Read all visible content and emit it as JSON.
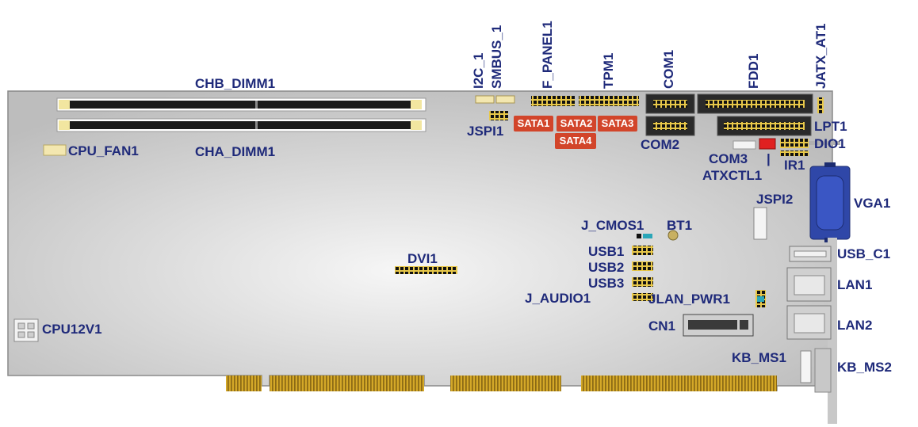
{
  "labels": {
    "chb_dimm": "CHB_DIMM1",
    "cha_dimm": "CHA_DIMM1",
    "cpu_fan": "CPU_FAN1",
    "cpu12v": "CPU12V1",
    "i2c": "I2C_1",
    "smbus": "SMBUS_1",
    "f_panel": "F_PANEL1",
    "tpm": "TPM1",
    "com1": "COM1",
    "fdd": "FDD1",
    "jatx": "JATX_AT1",
    "jspi1": "JSPI1",
    "sata1": "SATA1",
    "sata2": "SATA2",
    "sata3": "SATA3",
    "sata4": "SATA4",
    "com2": "COM2",
    "lpt": "LPT1",
    "dio": "DIO1",
    "com3": "COM3",
    "atxctl": "ATXCTL1",
    "ir": "IR1",
    "jspi2": "JSPI2",
    "vga": "VGA1",
    "j_cmos": "J_CMOS1",
    "bt": "BT1",
    "usb_c": "USB_C1",
    "dvi": "DVI1",
    "usb1": "USB1",
    "usb2": "USB2",
    "usb3": "USB3",
    "j_audio": "J_AUDIO1",
    "jlan_pwr": "JLAN_PWR1",
    "lan1": "LAN1",
    "lan2": "LAN2",
    "cn1": "CN1",
    "kb_ms1": "KB_MS1",
    "kb_ms2": "KB_MS2"
  },
  "colors": {
    "label": "#1f2a7a",
    "sata_badge": "#d2452a",
    "gold_finger": "#c9a020",
    "header_pin": "#1a1a1a",
    "board_light": "#f4f4f4",
    "board_dark": "#bcbcbc"
  }
}
